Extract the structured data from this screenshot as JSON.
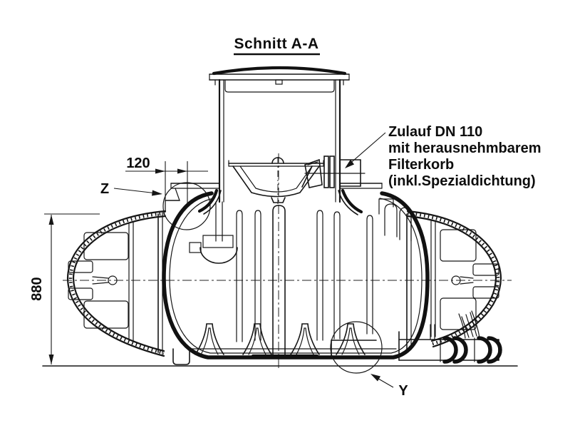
{
  "page": {
    "background": "#ffffff",
    "line_color": "#161616"
  },
  "title": {
    "text": "Schnitt A-A"
  },
  "annotation": {
    "lines": [
      "Zulauf DN 110",
      "mit herausnehmbarem",
      "Filterkorb",
      "(inkl.Spezialdichtung)"
    ]
  },
  "dimensions": {
    "horizontal_offset": {
      "value": "120"
    },
    "overall_height": {
      "value": "880"
    }
  },
  "detail_markers": {
    "z": {
      "label": "Z"
    },
    "y": {
      "label": "Y"
    }
  }
}
